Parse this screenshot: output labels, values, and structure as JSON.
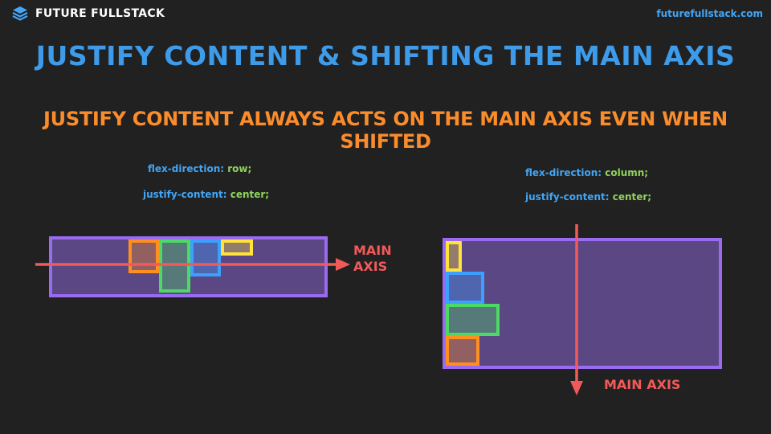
{
  "brand": {
    "name": "FUTURE FULLSTACK",
    "url": "futurefullstack.com"
  },
  "title": "JUSTIFY CONTENT  & SHIFTING THE MAIN AXIS",
  "subtitle": "JUSTIFY CONTENT ALWAYS ACTS ON THE MAIN AXIS EVEN WHEN SHIFTED",
  "left_example": {
    "direction_prop": "flex-direction:",
    "direction_value": "row;",
    "justify_prop": "justify-content:",
    "justify_value": "center;",
    "axis_label_line1": "MAIN",
    "axis_label_line2": "AXIS"
  },
  "right_example": {
    "direction_prop": "flex-direction:",
    "direction_value": "column;",
    "justify_prop": "justify-content:",
    "justify_value": "center;",
    "axis_label": "MAIN AXIS"
  },
  "colors": {
    "background": "#212121",
    "title": "#3d9be9",
    "subtitle": "#fb8c2c",
    "axis": "#f25a5a",
    "container_fill": "#5a4784",
    "container_border": "#9a6af0",
    "item_orange": "#ff8f1f",
    "item_green": "#4cd964",
    "item_blue": "#3ba0ff",
    "item_yellow": "#ffe23a"
  },
  "icons": {
    "logo": "stacked-layers-icon"
  }
}
